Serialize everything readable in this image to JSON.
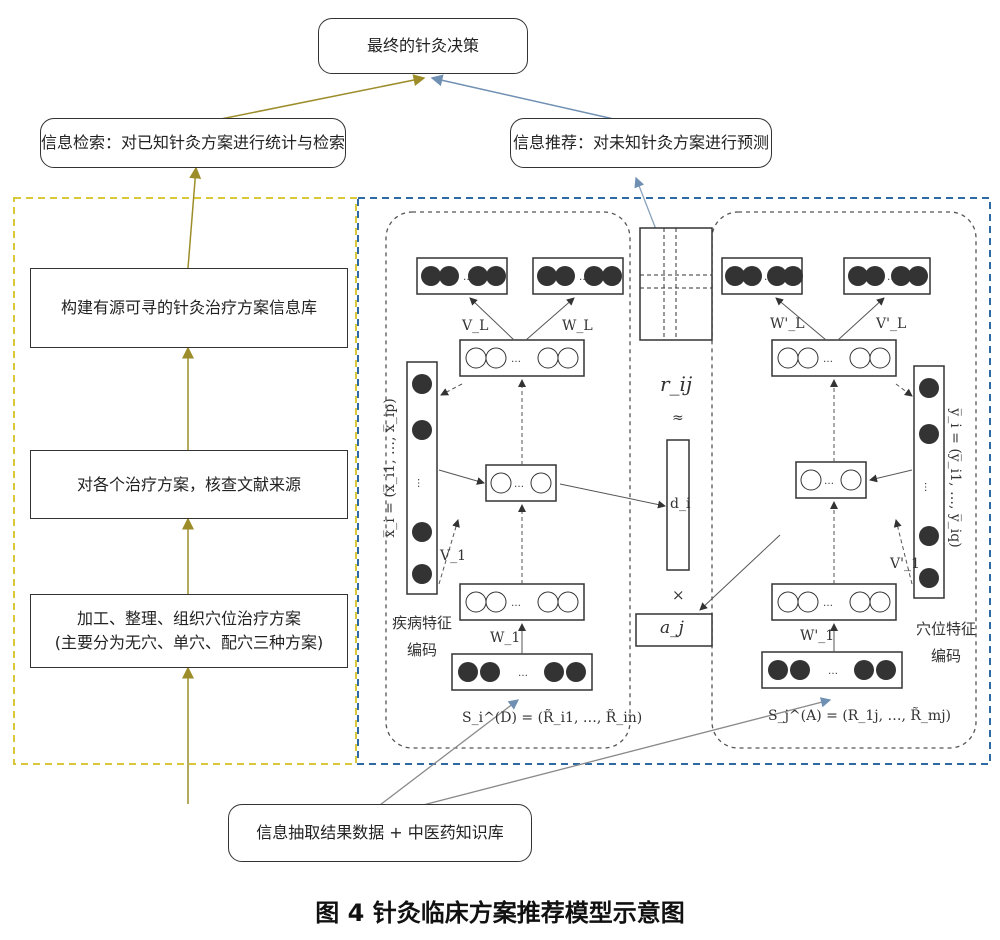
{
  "top": {
    "final": "最终的针灸决策"
  },
  "middle": {
    "retrieval": "信息检索：对已知针灸方案进行统计与检索",
    "recommend": "信息推荐：对未知针灸方案进行预测"
  },
  "left_flow": {
    "step3": "构建有源可寻的针灸治疗方案信息库",
    "step2": "对各个治疗方案，核查文献来源",
    "step1_line1": "加工、整理、组织穴位治疗方案",
    "step1_line2": "(主要分为无穴、单穴、配穴三种方案)"
  },
  "bottom": {
    "source": "信息抽取结果数据  +  中医药知识库"
  },
  "disease_branch": {
    "feature_label_1": "疾病特征",
    "feature_label_2": "编码",
    "v_l": "V_L",
    "w_l": "W_L",
    "v_1": "V_1",
    "w_1": "W_1",
    "x_vec": "x̅_i = (x̅_i1, …, x̅_ip)",
    "s_vec": "S_i^(D) = (R̃_i1, …, R̃_in)"
  },
  "acupoint_branch": {
    "feature_label_1": "穴位特征",
    "feature_label_2": "编码",
    "w_l": "W'_L",
    "v_l": "V'_L",
    "v_1": "V'_1",
    "w_1": "W'_1",
    "y_vec": "y̅_i = (y̅_i1, …, y̅_iq)",
    "s_vec": "S_j^(A) = (R_1j, …, R̃_mj)"
  },
  "center": {
    "r": "r_ij",
    "approx": "≈",
    "d": "d_i",
    "times": "×",
    "a": "a_j"
  },
  "caption": "图 4   针灸临床方案推荐模型示意图"
}
